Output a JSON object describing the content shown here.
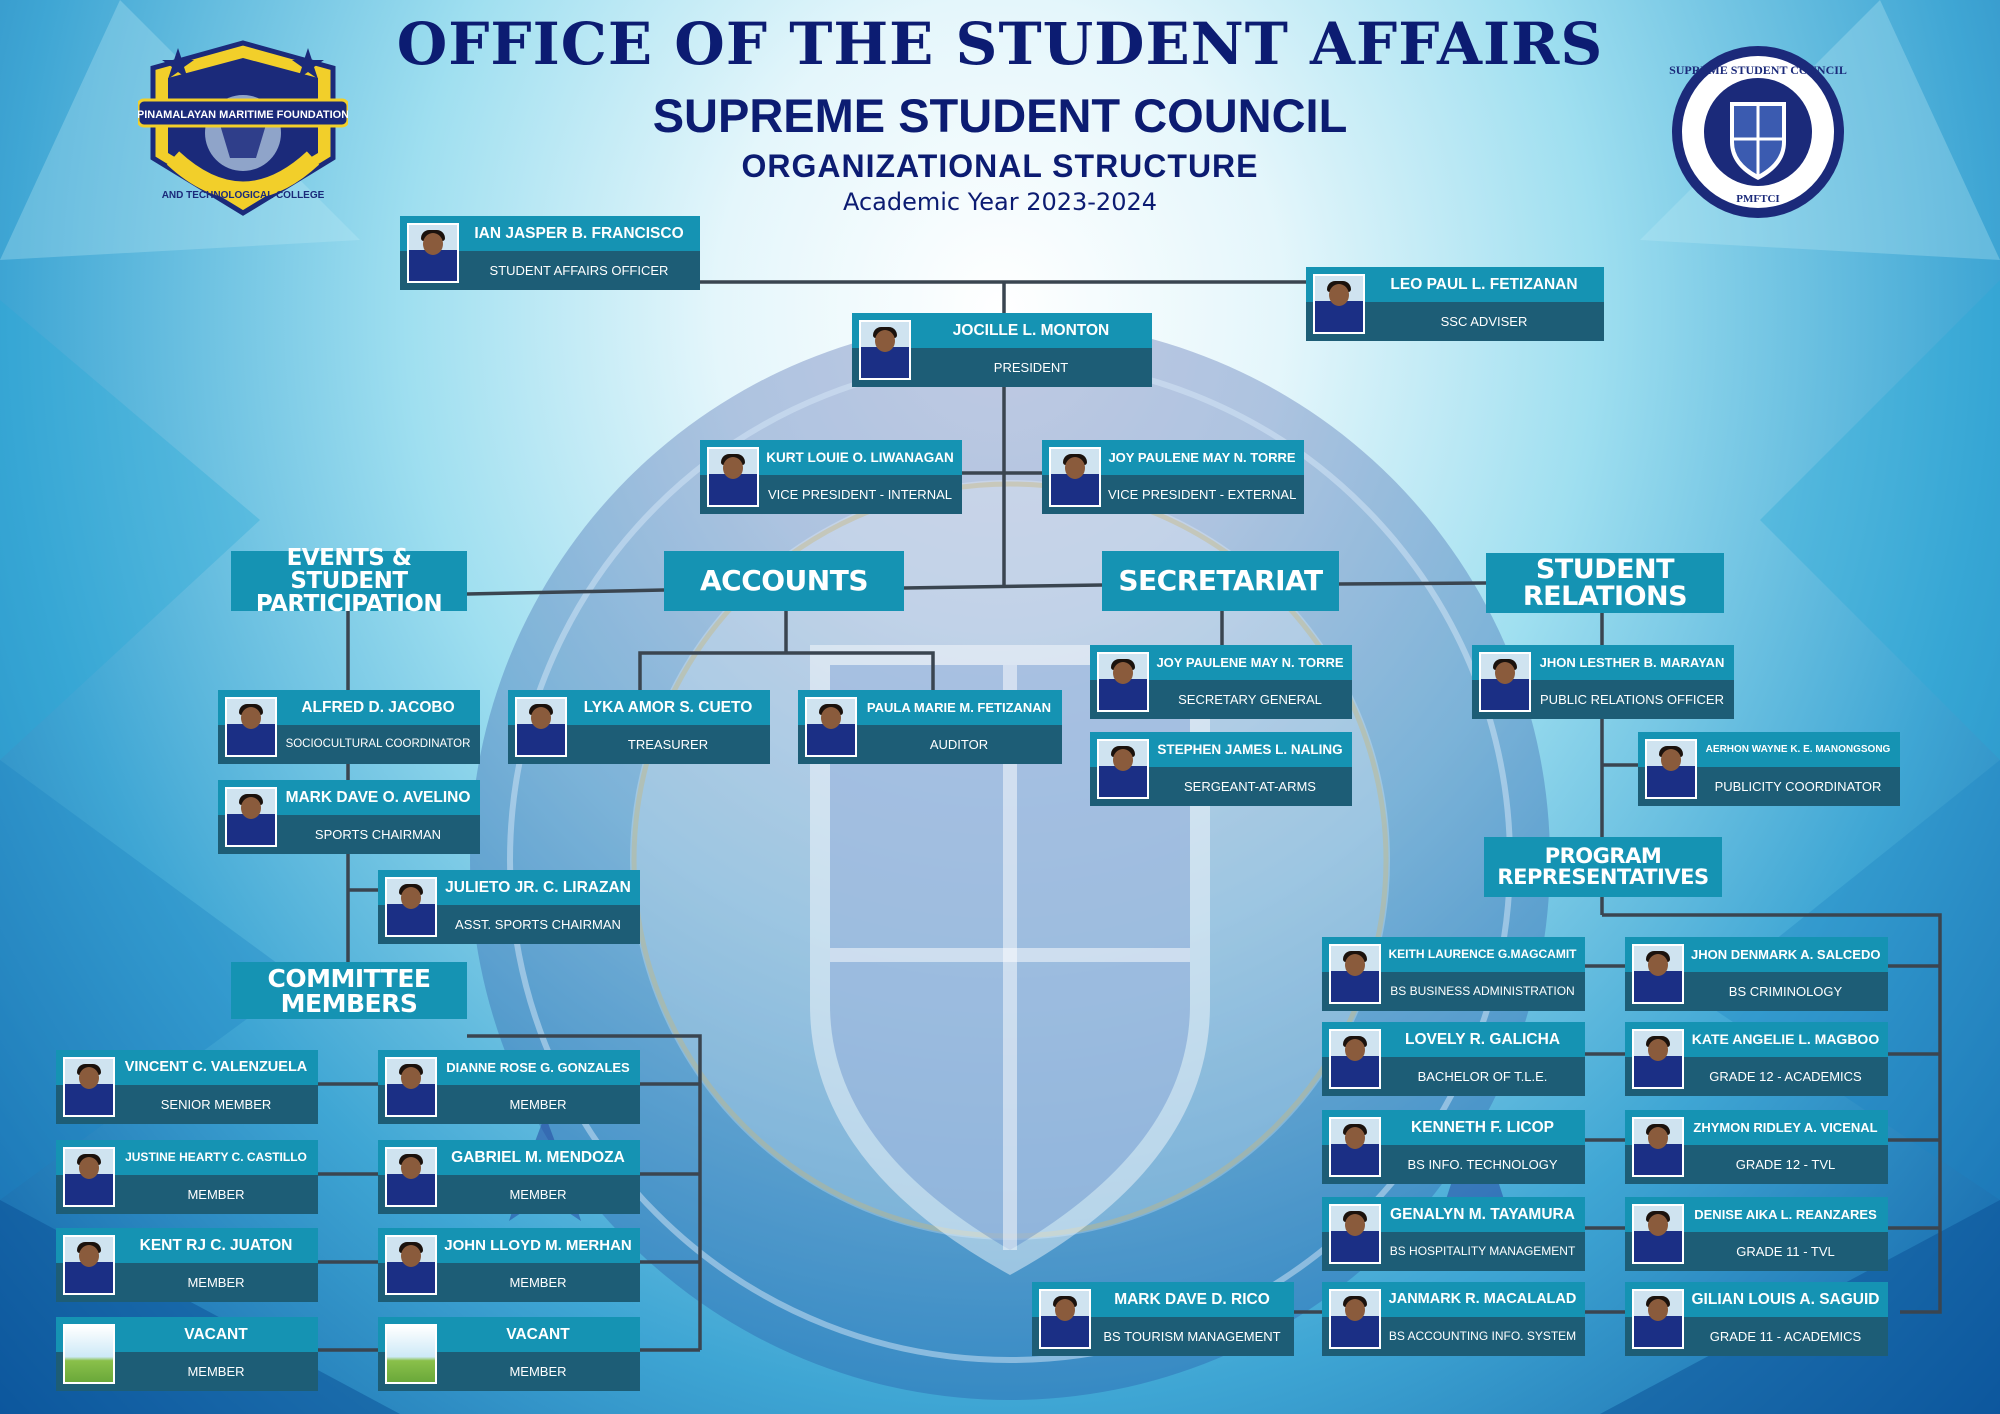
{
  "header": {
    "title": "OFFICE OF THE STUDENT AFFAIRS",
    "subtitle": "SUPREME STUDENT COUNCIL",
    "heading": "ORGANIZATIONAL STRUCTURE",
    "year": "Academic Year 2023-2024"
  },
  "logos": {
    "left": {
      "lines": [
        "PINAMALAYAN MARITIME FOUNDATION",
        "AND TECHNOLOGICAL COLLEGE"
      ]
    },
    "right": {
      "lines": [
        "SUPREME STUDENT COUNCIL",
        "PMFTCI"
      ]
    }
  },
  "sections": {
    "events": "EVENTS & STUDENT PARTICIPATION",
    "accounts": "ACCOUNTS",
    "secretariat": "SECRETARIAT",
    "student_relations": "STUDENT RELATIONS",
    "committee": "COMMITTEE MEMBERS",
    "program_reps": "PROGRAM REPRESENTATIVES"
  },
  "people": {
    "sao": {
      "name": "IAN JASPER B. FRANCISCO",
      "role": "STUDENT AFFAIRS OFFICER"
    },
    "adviser": {
      "name": "LEO PAUL L. FETIZANAN",
      "role": "SSC ADVISER"
    },
    "president": {
      "name": "JOCILLE L. MONTON",
      "role": "PRESIDENT"
    },
    "vp_internal": {
      "name": "KURT LOUIE O. LIWANAGAN",
      "role": "VICE PRESIDENT - INTERNAL"
    },
    "vp_external": {
      "name": "JOY PAULENE MAY N. TORRE",
      "role": "VICE PRESIDENT - EXTERNAL"
    },
    "socio": {
      "name": "ALFRED D. JACOBO",
      "role": "SOCIOCULTURAL COORDINATOR"
    },
    "sports": {
      "name": "MARK DAVE O. AVELINO",
      "role": "SPORTS CHAIRMAN"
    },
    "asst_sports": {
      "name": "JULIETO JR. C. LIRAZAN",
      "role": "ASST. SPORTS CHAIRMAN"
    },
    "treasurer": {
      "name": "LYKA AMOR S. CUETO",
      "role": "TREASURER"
    },
    "auditor": {
      "name": "PAULA MARIE M. FETIZANAN",
      "role": "AUDITOR"
    },
    "secgen": {
      "name": "JOY PAULENE MAY N. TORRE",
      "role": "SECRETARY GENERAL"
    },
    "sgt": {
      "name": "STEPHEN JAMES  L. NALING",
      "role": "SERGEANT-AT-ARMS"
    },
    "pro": {
      "name": "JHON LESTHER B. MARAYAN",
      "role": "PUBLIC RELATIONS OFFICER"
    },
    "publicity": {
      "name": "AERHON WAYNE K. E. MANONGSONG",
      "role": "PUBLICITY COORDINATOR"
    },
    "c1": {
      "name": "VINCENT C. VALENZUELA",
      "role": "SENIOR MEMBER"
    },
    "c2": {
      "name": "DIANNE ROSE G. GONZALES",
      "role": "MEMBER"
    },
    "c3": {
      "name": "JUSTINE HEARTY C. CASTILLO",
      "role": "MEMBER"
    },
    "c4": {
      "name": "GABRIEL M. MENDOZA",
      "role": "MEMBER"
    },
    "c5": {
      "name": "KENT RJ C. JUATON",
      "role": "MEMBER"
    },
    "c6": {
      "name": "JOHN LLOYD M. MERHAN",
      "role": "MEMBER"
    },
    "c7": {
      "name": "VACANT",
      "role": "MEMBER"
    },
    "c8": {
      "name": "VACANT",
      "role": "MEMBER"
    },
    "p1": {
      "name": "KEITH LAURENCE G.MAGCAMIT",
      "role": "BS BUSINESS ADMINISTRATION"
    },
    "p2": {
      "name": "JHON DENMARK A. SALCEDO",
      "role": "BS CRIMINOLOGY"
    },
    "p3": {
      "name": "LOVELY R. GALICHA",
      "role": "BACHELOR OF T.L.E."
    },
    "p4": {
      "name": "KATE ANGELIE L. MAGBOO",
      "role": "GRADE 12 - ACADEMICS"
    },
    "p5": {
      "name": "KENNETH F. LICOP",
      "role": "BS  INFO. TECHNOLOGY"
    },
    "p6": {
      "name": "ZHYMON RIDLEY A. VICENAL",
      "role": "GRADE 12 - TVL"
    },
    "p7": {
      "name": "GENALYN M. TAYAMURA",
      "role": "BS HOSPITALITY MANAGEMENT"
    },
    "p8": {
      "name": "DENISE AIKA L. REANZARES",
      "role": "GRADE 11 - TVL"
    },
    "p9": {
      "name": "MARK DAVE D. RICO",
      "role": "BS TOURISM MANAGEMENT"
    },
    "p10": {
      "name": "JANMARK R. MACALALAD",
      "role": "BS ACCOUNTING INFO. SYSTEM"
    },
    "p11": {
      "name": "GILIAN LOUIS A. SAGUID",
      "role": "GRADE 11 - ACADEMICS"
    }
  },
  "colors": {
    "title": "#0c1c72",
    "card_top": "#1593b3",
    "card_bottom": "#1d5d76",
    "connector": "#3a4550"
  }
}
